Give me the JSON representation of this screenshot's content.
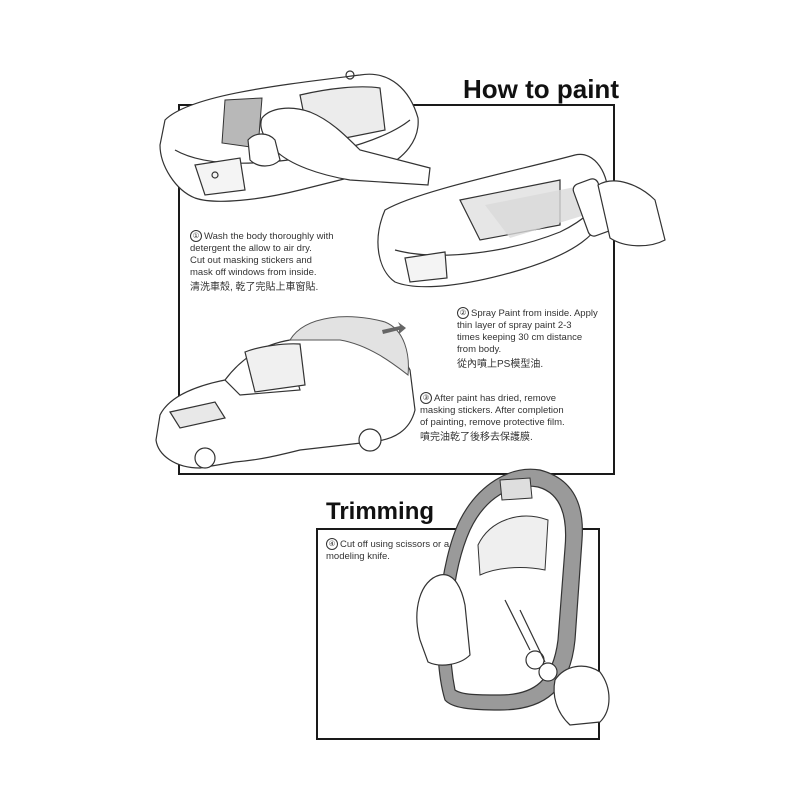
{
  "sections": {
    "paint": {
      "title": "How to paint"
    },
    "trim": {
      "title": "Trimming"
    }
  },
  "steps": [
    {
      "number": "①",
      "en": "Wash the body thoroughly with\ndetergent the allow to air dry.\nCut out masking stickers and\nmask off windows from inside.",
      "zh": "清洗車殼, 乾了完貼上車窗貼."
    },
    {
      "number": "②",
      "en": "Spray Paint from inside. Apply\nthin layer of spray paint 2-3\ntimes keeping 30 cm distance\nfrom body.",
      "zh": "從內噴上PS模型油."
    },
    {
      "number": "③",
      "en": "After paint has dried, remove\nmasking stickers. After completion\nof painting, remove protective film.",
      "zh": "噴完油乾了後移去保護膜."
    },
    {
      "number": "④",
      "en": "Cut off using scissors or a\nmodeling knife.",
      "zh": ""
    }
  ]
}
